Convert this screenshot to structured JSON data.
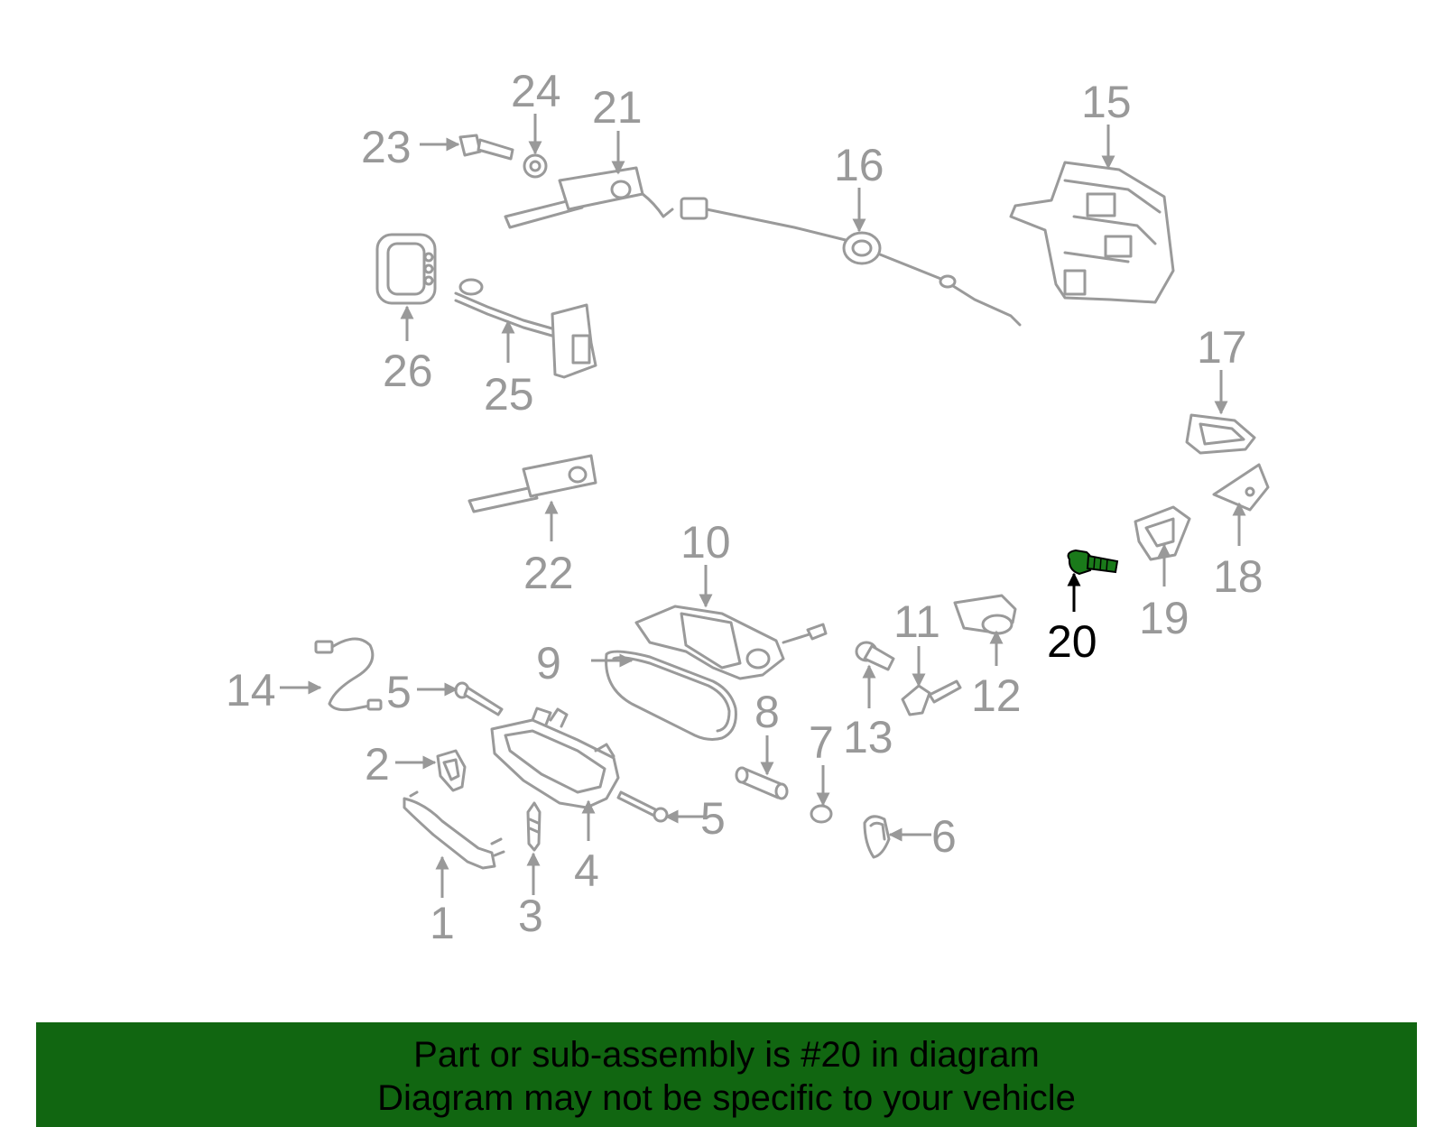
{
  "colors": {
    "part_gray": "#9a9a9a",
    "highlight_part": "#1a7a1a",
    "highlight_label": "#000000",
    "banner_bg": "#116611",
    "banner_text": "#000000"
  },
  "callouts": {
    "c1": "1",
    "c2": "2",
    "c3": "3",
    "c4": "4",
    "c5a": "5",
    "c5b": "5",
    "c6": "6",
    "c7": "7",
    "c8": "8",
    "c9": "9",
    "c10": "10",
    "c11": "11",
    "c12": "12",
    "c13": "13",
    "c14": "14",
    "c15": "15",
    "c16": "16",
    "c17": "17",
    "c18": "18",
    "c19": "19",
    "c20": "20",
    "c21": "21",
    "c22": "22",
    "c23": "23",
    "c24": "24",
    "c25": "25",
    "c26": "26"
  },
  "highlighted_part": "20",
  "banner": {
    "line1": "Part or sub-assembly is #20 in diagram",
    "line2": "Diagram may not be specific to your vehicle"
  }
}
